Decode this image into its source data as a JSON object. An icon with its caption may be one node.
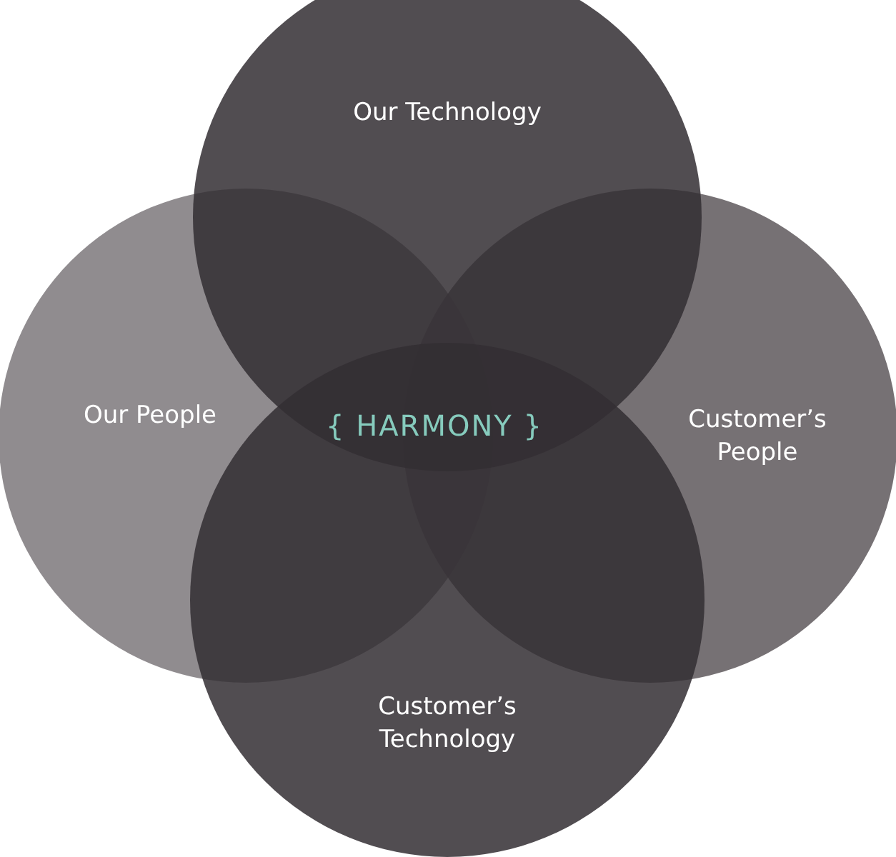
{
  "diagram": {
    "nodes": [
      {
        "text": [
          "Our Technology"
        ]
      },
      {
        "text": [
          "Our People"
        ]
      },
      {
        "text": [
          "Customer’s People"
        ]
      },
      {
        "text": [
          "Customer’s Technology"
        ]
      }
    ],
    "labels": [
      "{ HARMONY }"
    ]
  }
}
